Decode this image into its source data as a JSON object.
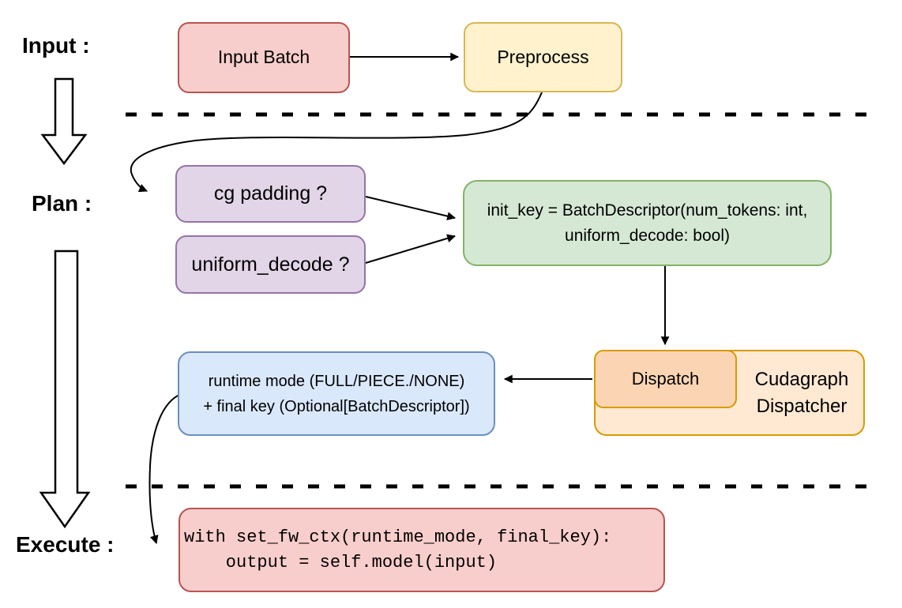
{
  "labels": {
    "input": "Input :",
    "plan": "Plan :",
    "execute": "Execute :"
  },
  "nodes": {
    "input_batch": {
      "label": "Input Batch",
      "fill": "#f8cecc",
      "stroke": "#b85450"
    },
    "preprocess": {
      "label": "Preprocess",
      "fill": "#fff2cc",
      "stroke": "#d6b656"
    },
    "cg_padding": {
      "label": "cg padding ?",
      "fill": "#e1d5e7",
      "stroke": "#9673a6"
    },
    "uniform_decode": {
      "label": "uniform_decode ?",
      "fill": "#e1d5e7",
      "stroke": "#9673a6"
    },
    "init_key": {
      "line1": "init_key = BatchDescriptor(num_tokens: int,",
      "line2": "uniform_decode: bool)",
      "fill": "#d5e8d4",
      "stroke": "#82b366"
    },
    "runtime_mode": {
      "line1": "runtime mode (FULL/PIECE./NONE)",
      "line2": "+ final key (Optional[BatchDescriptor])",
      "fill": "#dae8fc",
      "stroke": "#6c8ebf"
    },
    "dispatch": {
      "label": "Dispatch",
      "fill": "#fbd5b3",
      "stroke": "#d79b00"
    },
    "cudagraph_dispatcher": {
      "line1": "Cudagraph",
      "line2": "Dispatcher",
      "fill": "#ffe9d3",
      "stroke": "#d79b00"
    },
    "execute_code": {
      "line1": "with set_fw_ctx(runtime_mode, final_key):",
      "line2": "    output = self.model(input)",
      "fill": "#f8cecc",
      "stroke": "#b85450"
    }
  },
  "connector_color": "#000000",
  "divider_color": "#000000"
}
